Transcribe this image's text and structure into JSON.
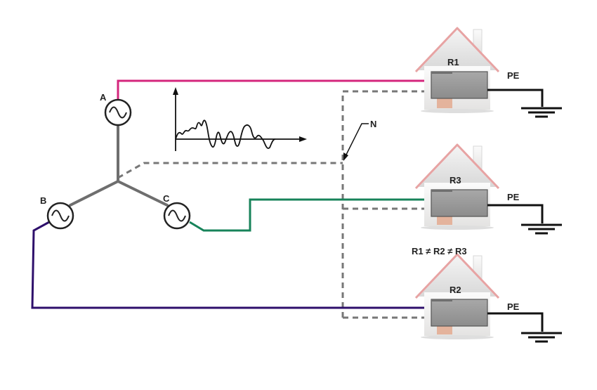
{
  "sources": [
    {
      "id": "A",
      "label": "A"
    },
    {
      "id": "B",
      "label": "B"
    },
    {
      "id": "C",
      "label": "C"
    }
  ],
  "neutral_label": "N",
  "houses": [
    {
      "id": "r1",
      "label": "R1",
      "ground_label": "PE"
    },
    {
      "id": "r3",
      "label": "R3",
      "ground_label": "PE"
    },
    {
      "id": "r2",
      "label": "R2",
      "ground_label": "PE"
    }
  ],
  "inequality_text": "R1 ≠ R2 ≠ R3",
  "colors": {
    "phase_a": "#d4267c",
    "phase_b": "#2e0f6b",
    "phase_c": "#17835a",
    "neutral": "#777777",
    "ground": "#111111",
    "star": "#6e6e6e",
    "meter": "#9a9a9a",
    "roof": "#e7a3a3",
    "wall": "#f0efee"
  }
}
